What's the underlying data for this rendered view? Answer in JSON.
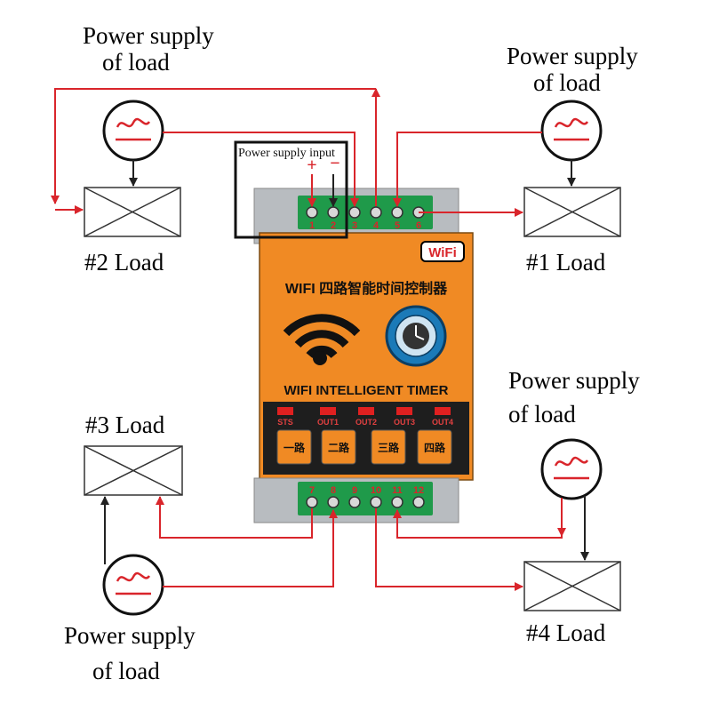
{
  "labels": {
    "power_supply_top_left_line1": "Power supply",
    "power_supply_top_left_line2": "of load",
    "power_supply_top_right_line1": "Power supply",
    "power_supply_top_right_line2": "of load",
    "power_supply_mid_right_line1": "Power supply",
    "power_supply_mid_right_line2": "of load",
    "power_supply_bottom_left_line1": "Power supply",
    "power_supply_bottom_left_line2": "of load",
    "load_1": "#1 Load",
    "load_2": "#2 Load",
    "load_3": "#3 Load",
    "load_4": "#4 Load",
    "power_supply_input": "Power supply input",
    "plus": "+",
    "minus": "−"
  },
  "device": {
    "wifi_badge": "WiFi",
    "title_cn": "WIFI 四路智能时间控制器",
    "title_en": "WIFI INTELLIGENT TIMER",
    "indicators": [
      "STS",
      "OUT1",
      "OUT2",
      "OUT3",
      "OUT4"
    ],
    "buttons": [
      "一路",
      "二路",
      "三路",
      "四路"
    ],
    "top_terminals": [
      "1",
      "2",
      "3",
      "4",
      "5",
      "6"
    ],
    "bottom_terminals": [
      "7",
      "8",
      "9",
      "10",
      "11",
      "12"
    ]
  },
  "colors": {
    "wire_red": "#d9252b",
    "wire_black": "#222222",
    "device_orange": "#f08a24",
    "terminal_green": "#1f9a4a",
    "indicator_red": "#e02020"
  }
}
